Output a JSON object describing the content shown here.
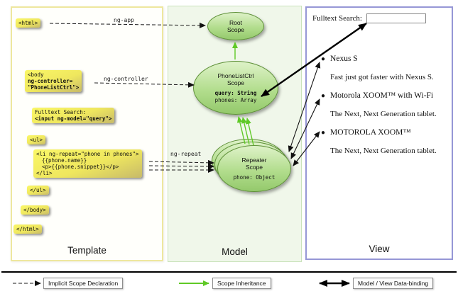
{
  "template_panel": {
    "label": "Template",
    "annotations": {
      "ng_app": "ng-app",
      "ng_controller": "ng-controller",
      "ng_repeat": "ng-repeat"
    },
    "code": {
      "html_open": "<html>",
      "body_open_l1": "<body",
      "body_open_l2": "ng-controller=",
      "body_open_l3": "\"PhoneListCtrl\">",
      "fulltext_l1": "Fulltext Search:",
      "fulltext_l2": "<input ng-model=\"query\">",
      "ul_open": "<ul>",
      "li_l1": "<li ng-repeat=\"phone in phones\">",
      "li_l2": "{{phone.name}}",
      "li_l3": "<p>{{phone.snippet}}</p>",
      "li_l4": "</li>",
      "ul_close": "</ul>",
      "body_close": "</body>",
      "html_close": "</html>"
    }
  },
  "model_panel": {
    "label": "Model",
    "root_scope": {
      "line1": "Root",
      "line2": "Scope"
    },
    "phonelist_scope": {
      "name": "PhoneListCtrl",
      "scope_word": "Scope",
      "prop_query": "query: String",
      "prop_phones": "phones: Array"
    },
    "repeater_scope": {
      "name": "Repeater",
      "scope_word": "Scope",
      "prop_phone": "phone: Object"
    }
  },
  "view_panel": {
    "label": "View",
    "search_label": "Fulltext Search:",
    "search_value": "",
    "items": [
      {
        "title": "Nexus S",
        "desc": "Fast just got faster with Nexus S."
      },
      {
        "title": "Motorola XOOM™ with Wi-Fi",
        "desc": "The Next, Next Generation tablet."
      },
      {
        "title": "MOTOROLA XOOM™",
        "desc": "The Next, Next Generation tablet."
      }
    ]
  },
  "legend": {
    "implicit": "Implicit Scope Declaration",
    "inheritance": "Scope Inheritance",
    "databinding": "Model / View Data-binding"
  },
  "colors": {
    "template_border": "#eee79e",
    "model_border": "#c9e2ba",
    "model_bg": "#f0f7ea",
    "view_border": "#9697d6",
    "code_box_yellow": "#f5ef5e",
    "scope_fill_green": "#b2dd8d",
    "scope_border_green": "#5f9139",
    "inheritance_green": "#5fc926",
    "arrow_black": "#111111"
  }
}
